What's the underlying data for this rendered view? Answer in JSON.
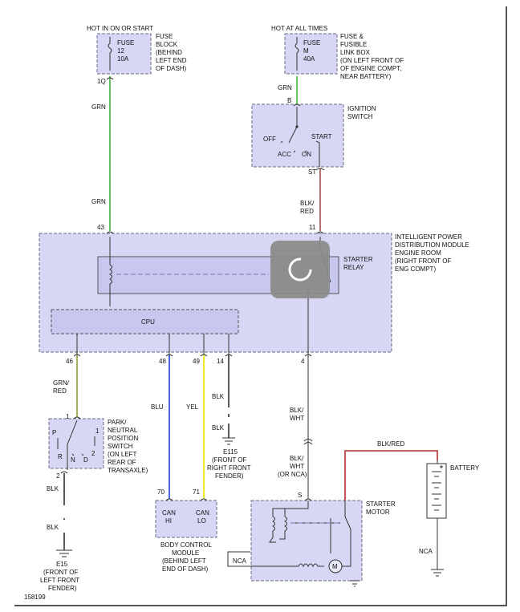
{
  "top_left": {
    "header": "HOT IN ON OR START",
    "fuse_line1": "FUSE",
    "fuse_line2": "12",
    "fuse_line3": "10A",
    "note_lines": [
      "FUSE",
      "BLOCK",
      "(BEHIND",
      "LEFT END",
      "OF DASH)"
    ],
    "pin": "1Q",
    "wire_upper": "GRN",
    "wire_lower": "GRN",
    "pin_ipdm": "43"
  },
  "top_right": {
    "header": "HOT AT ALL TIMES",
    "fuse_line1": "FUSE",
    "fuse_line2": "M",
    "fuse_line3": "40A",
    "note_lines": [
      "FUSE &",
      "FUSIBLE",
      "LINK BOX",
      "(ON LEFT FRONT OF",
      "OF ENGINE COMPT,",
      "NEAR BATTERY)"
    ],
    "wire": "GRN",
    "pin_b": "B"
  },
  "ignition": {
    "label_lines": [
      "IGNITION",
      "SWITCH"
    ],
    "off": "OFF",
    "acc": "ACC",
    "on": "ON",
    "start": "START",
    "pin_st": "ST",
    "wire_lines": [
      "BLK/",
      "RED"
    ],
    "pin_ipdm": "11"
  },
  "ipdm": {
    "label_lines": [
      "INTELLIGENT POWER",
      "DISTRIBUTION MODULE",
      "ENGINE ROOM",
      "(RIGHT FRONT OF",
      "ENG COMPT)"
    ],
    "relay_lines": [
      "STARTER",
      "RELAY"
    ],
    "cpu": "CPU",
    "pins": [
      "46",
      "48",
      "49",
      "14",
      "4"
    ]
  },
  "pnp": {
    "wire_lines": [
      "GRN/",
      "RED"
    ],
    "pin_top": "1",
    "label_lines": [
      "PARK/",
      "NEUTRAL",
      "POSITION",
      "SWITCH",
      "(ON LEFT",
      "REAR OF",
      "TRANSAXLE)"
    ],
    "p": "P",
    "r": "R",
    "n": "N",
    "d": "D",
    "one": "1",
    "two": "2",
    "pin_bottom": "2",
    "wire_upper": "BLK",
    "wire_lower": "BLK",
    "ground_lines": [
      "E15",
      "(FRONT OF",
      "LEFT FRONT",
      "FENDER)"
    ]
  },
  "can": {
    "wire_blu": "BLU",
    "wire_yel": "YEL",
    "pin_70": "70",
    "pin_71": "71",
    "hi_lines": [
      "CAN",
      "HI"
    ],
    "lo_lines": [
      "CAN",
      "LO"
    ],
    "bcm_lines": [
      "BODY CONTROL",
      "MODULE",
      "(BEHIND LEFT",
      "END OF DASH)"
    ]
  },
  "ground14": {
    "wire_upper": "BLK",
    "wire_lower": "BLK",
    "ground_lines": [
      "E115",
      "(FRONT OF",
      "RIGHT FRONT",
      "FENDER)"
    ]
  },
  "starter": {
    "wire_upper_lines": [
      "BLK/",
      "WHT"
    ],
    "wire_lower_lines": [
      "BLK/",
      "WHT",
      "(OR NCA)"
    ],
    "pin_s": "S",
    "label_lines": [
      "STARTER",
      "MOTOR"
    ],
    "nca": "NCA",
    "motor": "M"
  },
  "battery": {
    "wire_top": "BLK/RED",
    "label": "BATTERY",
    "wire_ground": "NCA"
  },
  "figure_id": "158199",
  "colors": {
    "green": "#3fae3f",
    "blblu": "#1f3fd0",
    "yellow": "#f0e000",
    "blkred": "#a05050",
    "olive": "#9a9a3a",
    "gray": "#808080",
    "darkred": "#b03030"
  }
}
